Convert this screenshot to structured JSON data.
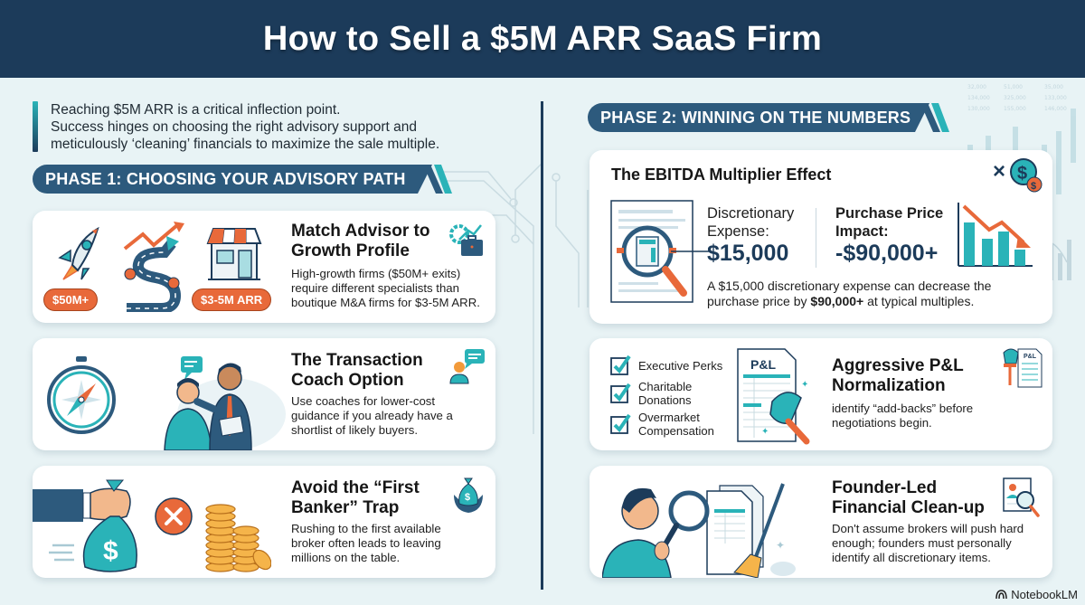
{
  "header": {
    "title": "How to Sell a $5M ARR SaaS Firm"
  },
  "intro": {
    "line1": "Reaching $5M ARR is a critical inflection point.",
    "line2": "Success hinges on choosing the right advisory support and",
    "line3": "meticulously ‘cleaning’ financials to maximize the sale multiple."
  },
  "phase1": {
    "label": "PHASE 1: CHOOSING YOUR ADVISORY PATH",
    "cards": [
      {
        "title_line1": "Match Advisor to",
        "title_line2": "Growth Profile",
        "desc_line1": "High-growth firms ($50M+ exits)",
        "desc_line2": "require different specialists than",
        "desc_line3": "boutique M&A firms for $3-5M ARR.",
        "pill_left": "$50M+",
        "pill_right": "$3-5M ARR",
        "icons": [
          "rocket-icon",
          "winding-road-icon",
          "storefront-icon",
          "gear-briefcase-icon"
        ]
      },
      {
        "title_line1": "The Transaction",
        "title_line2": "Coach Option",
        "desc_line1": "Use coaches for lower-cost",
        "desc_line2": "guidance if you already have a",
        "desc_line3": "shortlist of likely buyers.",
        "icons": [
          "compass-icon",
          "coach-people-icon",
          "person-chat-icon"
        ]
      },
      {
        "title_line1": "Avoid the “First",
        "title_line2": "Banker” Trap",
        "desc_line1": "Rushing to the first available",
        "desc_line2": "broker often leads to leaving",
        "desc_line3": "millions on the table.",
        "icons": [
          "money-bag-hand-icon",
          "x-circle-icon",
          "coin-stacks-icon",
          "protected-money-bag-icon"
        ]
      }
    ]
  },
  "phase2": {
    "label": "PHASE 2: WINNING ON THE NUMBERS",
    "ebitda": {
      "title": "The EBITDA Multiplier Effect",
      "expense_label_line1": "Discretionary",
      "expense_label_line2": "Expense:",
      "expense_value": "$15,000",
      "impact_label_line1": "Purchase Price",
      "impact_label_line2": "Impact:",
      "impact_value": "-$90,000+",
      "desc_part1": "A $15,000 discretionary expense can decrease the",
      "desc_part2": "purchase price by ",
      "desc_bold": "$90,000+",
      "desc_part3": " at typical multiples.",
      "multiplier_symbol": "×"
    },
    "normalization": {
      "checklist": [
        {
          "line1": "Executive Perks",
          "line2": ""
        },
        {
          "line1": "Charitable",
          "line2": "Donations"
        },
        {
          "line1": "Overmarket",
          "line2": "Compensation"
        }
      ],
      "pl_label": "P&L",
      "mini_pl_label": "P&L",
      "title_line1": "Aggressive P&L",
      "title_line2": "Normalization",
      "desc_line1": "identify “add-backs” before",
      "desc_line2": "negotiations begin."
    },
    "cleanup": {
      "title_line1": "Founder-Led",
      "title_line2": "Financial Clean-up",
      "desc_line1": "Don't assume brokers will push hard",
      "desc_line2": "enough; founders must personally",
      "desc_line3": "identify all discretionary items."
    }
  },
  "footer": {
    "brand": "NotebookLM"
  },
  "colors": {
    "navy": "#1c3b5a",
    "banner": "#2d5a7d",
    "teal": "#2ab3b8",
    "orange": "#e8693a",
    "background": "#e8f3f5"
  }
}
